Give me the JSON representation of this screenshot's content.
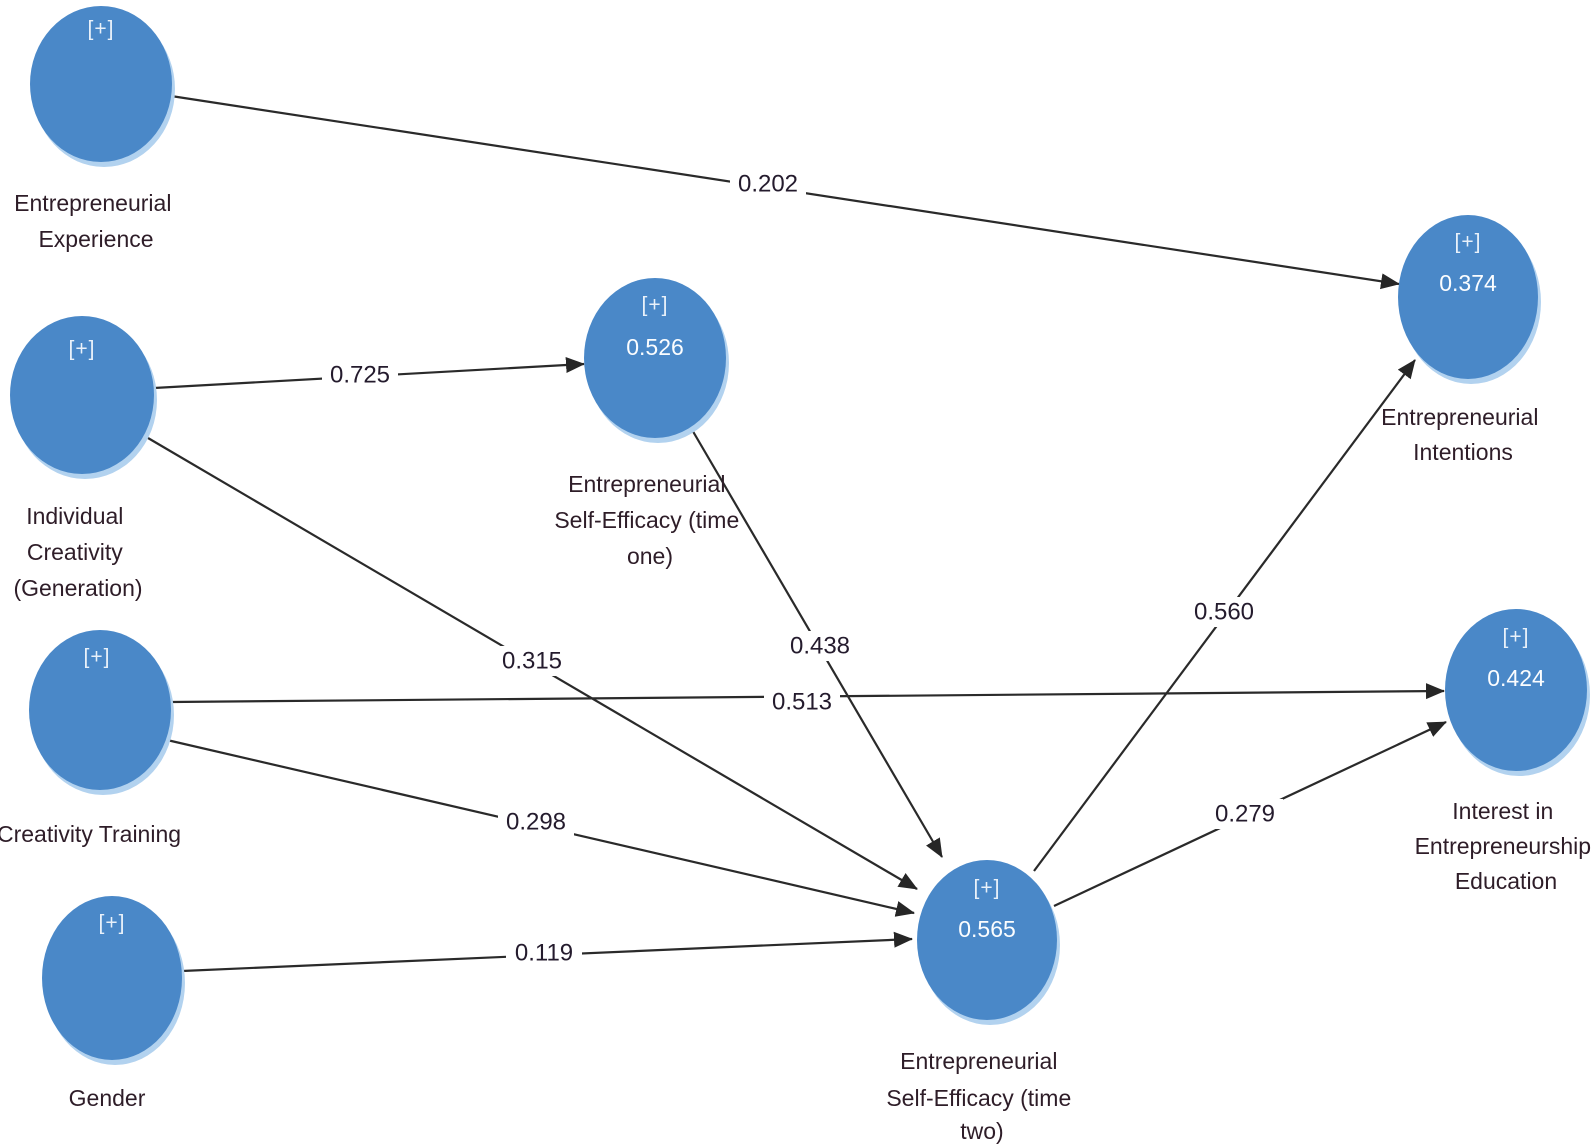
{
  "diagram": {
    "plus_badge": "[+]",
    "nodes": [
      {
        "id": "entrepreneurial-experience",
        "label_lines": [
          "Entrepreneurial",
          "Experience"
        ],
        "r2": null
      },
      {
        "id": "individual-creativity-generation",
        "label_lines": [
          "Individual",
          "Creativity",
          "(Generation)"
        ],
        "r2": null
      },
      {
        "id": "creativity-training",
        "label_lines": [
          "Creativity Training"
        ],
        "r2": null
      },
      {
        "id": "gender",
        "label_lines": [
          "Gender"
        ],
        "r2": null
      },
      {
        "id": "entrepreneurial-self-efficacy-time-one",
        "label_lines": [
          "Entrepreneurial",
          "Self-Efficacy (time",
          "one)"
        ],
        "r2": "0.526"
      },
      {
        "id": "entrepreneurial-self-efficacy-time-two",
        "label_lines": [
          "Entrepreneurial",
          "Self-Efficacy (time",
          "two)"
        ],
        "r2": "0.565"
      },
      {
        "id": "entrepreneurial-intentions",
        "label_lines": [
          "Entrepreneurial",
          "Intentions"
        ],
        "r2": "0.374"
      },
      {
        "id": "interest-in-entrepreneurship-education",
        "label_lines": [
          "Interest in",
          "Entrepreneurship",
          "Education"
        ],
        "r2": "0.424"
      }
    ],
    "edges": [
      {
        "from": "Entrepreneurial Experience",
        "to": "Entrepreneurial Intentions",
        "value": "0.202"
      },
      {
        "from": "Individual Creativity (Generation)",
        "to": "Entrepreneurial Self-Efficacy (time one)",
        "value": "0.725"
      },
      {
        "from": "Individual Creativity (Generation)",
        "to": "Entrepreneurial Self-Efficacy (time two)",
        "value": "0.315"
      },
      {
        "from": "Entrepreneurial Self-Efficacy (time one)",
        "to": "Entrepreneurial Self-Efficacy (time two)",
        "value": "0.438"
      },
      {
        "from": "Creativity Training",
        "to": "Interest in Entrepreneurship Education",
        "value": "0.513"
      },
      {
        "from": "Creativity Training",
        "to": "Entrepreneurial Self-Efficacy (time two)",
        "value": "0.298"
      },
      {
        "from": "Gender",
        "to": "Entrepreneurial Self-Efficacy (time two)",
        "value": "0.119"
      },
      {
        "from": "Entrepreneurial Self-Efficacy (time two)",
        "to": "Entrepreneurial Intentions",
        "value": "0.560"
      },
      {
        "from": "Entrepreneurial Self-Efficacy (time two)",
        "to": "Interest in Entrepreneurship Education",
        "value": "0.279"
      }
    ],
    "colors": {
      "node_fill": "#4a88c8",
      "node_halo": "#b2d2ef",
      "edge_stroke": "#2a2a2a"
    }
  }
}
